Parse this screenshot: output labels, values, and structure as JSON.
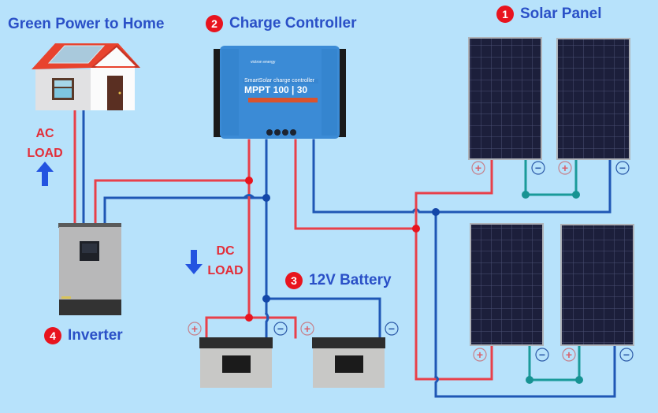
{
  "titles": {
    "home": "Green Power to Home",
    "charge_controller": "Charge Controller",
    "solar_panel": "Solar Panel",
    "battery": "12V Battery",
    "inverter": "Inverter"
  },
  "badges": {
    "solar_panel": "1",
    "charge_controller": "2",
    "battery": "3",
    "inverter": "4"
  },
  "loads": {
    "ac_line1": "AC",
    "ac_line2": "LOAD",
    "dc_line1": "DC",
    "dc_line2": "LOAD"
  },
  "controller": {
    "brand": "victron energy",
    "series": "SmartSolar charge controller",
    "model": "MPPT 100 | 30"
  },
  "terminals": {
    "plus": "+",
    "minus": "−"
  },
  "colors": {
    "background": "#b7e2fb",
    "title": "#2a50c7",
    "badge": "#e8141e",
    "load_text": "#e32d38",
    "positive_wire": "#e8404a",
    "negative_wire": "#1f57b5",
    "series_wire": "#1a9a9a",
    "arrow": "#2353e0"
  }
}
